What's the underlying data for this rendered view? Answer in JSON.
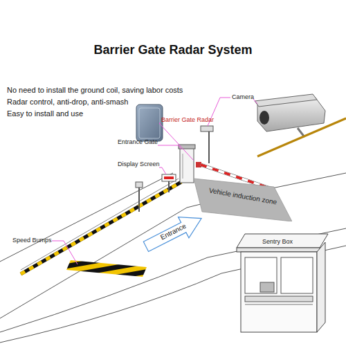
{
  "diagram": {
    "title": "Barrier Gate Radar System",
    "nodes": [
      {
        "text": [
          "Vehicle induction zone"
        ]
      },
      {
        "text": [
          "Entrance"
        ]
      },
      {
        "text": [
          "Sentry Box"
        ]
      }
    ],
    "labels": [
      "No need to install the ground coil, saving labor costs",
      "Radar control, anti-drop, anti-smash",
      "Easy to install and use",
      "Camera",
      "Barrier Gate Radar",
      "Entrance Gate",
      "Display Screen",
      "Speed Bumps"
    ]
  }
}
